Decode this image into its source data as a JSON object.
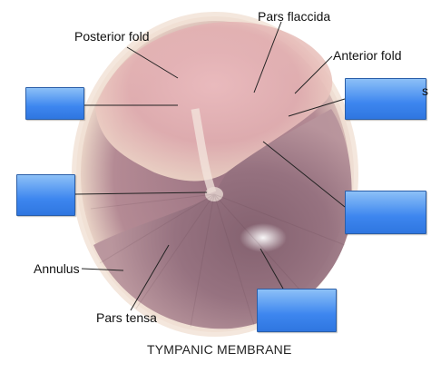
{
  "labels": {
    "posterior_fold": "Posterior fold",
    "pars_flaccida": "Pars flaccida",
    "anterior_fold": "Anterior fold",
    "annulus": "Annulus",
    "pars_tensa": "Pars tensa"
  },
  "caption": "TYMPANIC MEMBRANE",
  "edge_glyph": "s",
  "colors": {
    "blank_box": "#3d86ef",
    "membrane_rim": "#f1e0d2",
    "pars_tensa": "#a07c8a",
    "pars_flaccida": "#e8b6b9",
    "leader_line": "#222222"
  }
}
